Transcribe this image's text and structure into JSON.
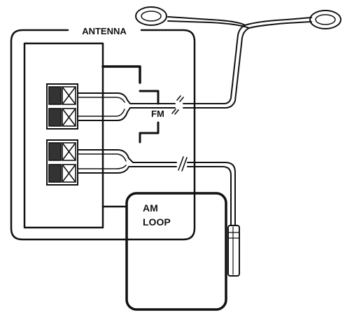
{
  "labels": {
    "antenna": "ANTENNA",
    "fm": "FM",
    "am_line1": "AM",
    "am_line2": "LOOP"
  },
  "colors": {
    "stroke": "#111111",
    "background": "#ffffff",
    "terminal_fill": "#333333"
  }
}
